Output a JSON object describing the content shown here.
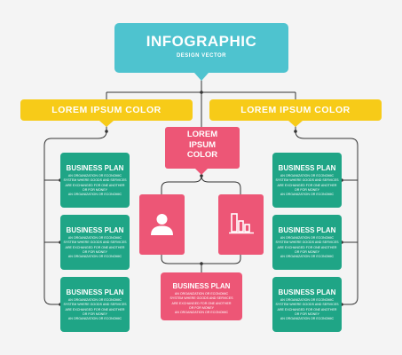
{
  "title": {
    "main": "INFOGRAPHIC",
    "sub": "DESIGN VECTOR"
  },
  "headers": {
    "left": "LOREM IPSUM COLOR",
    "right": "LOREM IPSUM COLOR"
  },
  "center_header": {
    "line1": "LOREM",
    "line2": "IPSUM",
    "line3": "COLOR"
  },
  "icons": {
    "left": "user-icon",
    "right": "bar-chart-icon"
  },
  "card": {
    "title": "BUSINESS PLAN",
    "desc_line1": "AN ORGANIZATION OR ECONOMIC",
    "desc_line2": "SYSTEM WHERE GOODS AND SERVICES",
    "desc_line3": "ARE EXCHANGED FOR ONE ANOTHER",
    "desc_line4": "OR FOR MONEY",
    "desc_line5": "AN ORGANIZATION OR ECONOMIC"
  },
  "colors": {
    "teal": "#4ec3cf",
    "yellow": "#f7cb18",
    "pink": "#ed5676",
    "green": "#1fa586",
    "connector": "#333333",
    "background": "#f4f4f4"
  }
}
